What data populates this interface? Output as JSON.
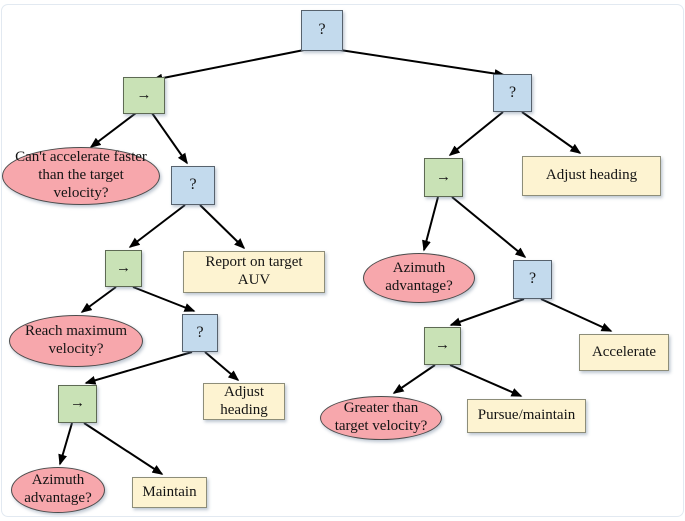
{
  "diagram": {
    "kind": "behavior-tree",
    "colors": {
      "decision_fill": "#c3daed",
      "sequence_fill": "#c9e2b6",
      "condition_fill": "#f7a7ac",
      "action_fill": "#fdf3d1",
      "edge": "#000000",
      "frame_border": "#e2e9f1"
    },
    "node_types": {
      "decision": "selector node (?)",
      "sequence": "sequence node (→)",
      "condition": "condition ellipse",
      "action": "action box"
    },
    "nodes": {
      "root": {
        "type": "decision",
        "label": "?"
      },
      "seq_left": {
        "type": "sequence",
        "label": "→"
      },
      "q_right": {
        "type": "decision",
        "label": "?"
      },
      "cond_cant_accelerate": {
        "type": "condition",
        "label": "Can't accelerate faster than the target velocity?"
      },
      "q_left2": {
        "type": "decision",
        "label": "?"
      },
      "seq_right": {
        "type": "sequence",
        "label": "→"
      },
      "act_adjust_heading_right": {
        "type": "action",
        "label": "Adjust heading"
      },
      "seq_left2": {
        "type": "sequence",
        "label": "→"
      },
      "act_report": {
        "type": "action",
        "label": "Report on target AUV"
      },
      "cond_reach_max": {
        "type": "condition",
        "label": "Reach maximum velocity?"
      },
      "q_left3": {
        "type": "decision",
        "label": "?"
      },
      "cond_azimuth_right": {
        "type": "condition",
        "label": "Azimuth advantage?"
      },
      "q_right2": {
        "type": "decision",
        "label": "?"
      },
      "seq_left3": {
        "type": "sequence",
        "label": "→"
      },
      "act_adjust_heading_left": {
        "type": "action",
        "label": "Adjust heading"
      },
      "seq_right2": {
        "type": "sequence",
        "label": "→"
      },
      "act_accelerate": {
        "type": "action",
        "label": "Accelerate"
      },
      "cond_azimuth_left": {
        "type": "condition",
        "label": "Azimuth advantage?"
      },
      "act_maintain": {
        "type": "action",
        "label": "Maintain"
      },
      "cond_greater_than": {
        "type": "condition",
        "label": "Greater than target velocity?"
      },
      "act_pursue": {
        "type": "action",
        "label": "Pursue/maintain"
      }
    },
    "edges": [
      {
        "from": "root",
        "to": "seq_left"
      },
      {
        "from": "root",
        "to": "q_right"
      },
      {
        "from": "seq_left",
        "to": "cond_cant_accelerate"
      },
      {
        "from": "seq_left",
        "to": "q_left2"
      },
      {
        "from": "q_left2",
        "to": "seq_left2"
      },
      {
        "from": "q_left2",
        "to": "act_report"
      },
      {
        "from": "seq_left2",
        "to": "cond_reach_max"
      },
      {
        "from": "seq_left2",
        "to": "q_left3"
      },
      {
        "from": "q_left3",
        "to": "seq_left3"
      },
      {
        "from": "q_left3",
        "to": "act_adjust_heading_left"
      },
      {
        "from": "seq_left3",
        "to": "cond_azimuth_left"
      },
      {
        "from": "seq_left3",
        "to": "act_maintain"
      },
      {
        "from": "q_right",
        "to": "seq_right"
      },
      {
        "from": "q_right",
        "to": "act_adjust_heading_right"
      },
      {
        "from": "seq_right",
        "to": "cond_azimuth_right"
      },
      {
        "from": "seq_right",
        "to": "q_right2"
      },
      {
        "from": "q_right2",
        "to": "seq_right2"
      },
      {
        "from": "q_right2",
        "to": "act_accelerate"
      },
      {
        "from": "seq_right2",
        "to": "cond_greater_than"
      },
      {
        "from": "seq_right2",
        "to": "act_pursue"
      }
    ]
  }
}
